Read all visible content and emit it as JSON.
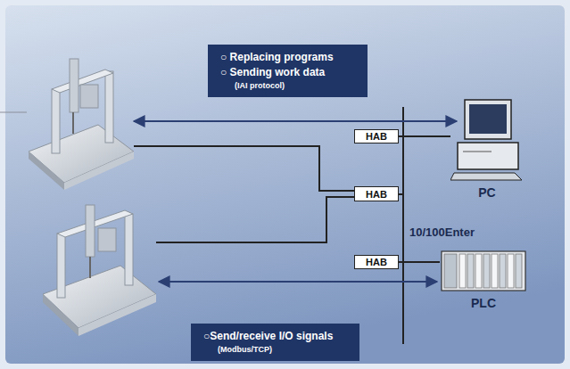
{
  "diagram": {
    "nodes": [
      {
        "text": [
          "○ Replacing programs",
          "○ Sending work data",
          "(IAI protocol)"
        ]
      },
      {
        "text": [
          "HAB"
        ]
      },
      {
        "text": [
          "PC"
        ]
      },
      {
        "text": [
          "HAB"
        ]
      },
      {
        "text": [
          "HAB"
        ]
      },
      {
        "text": [
          "PLC"
        ]
      },
      {
        "text": [
          "○Send/receive I/O signals",
          "(Modbus/TCP)"
        ]
      }
    ],
    "edges": [
      {
        "from": 1,
        "to": 2,
        "arrow": "none"
      },
      {
        "from": 4,
        "to": 5,
        "arrow": "none"
      }
    ],
    "labels": [
      "10/100Enter"
    ]
  }
}
